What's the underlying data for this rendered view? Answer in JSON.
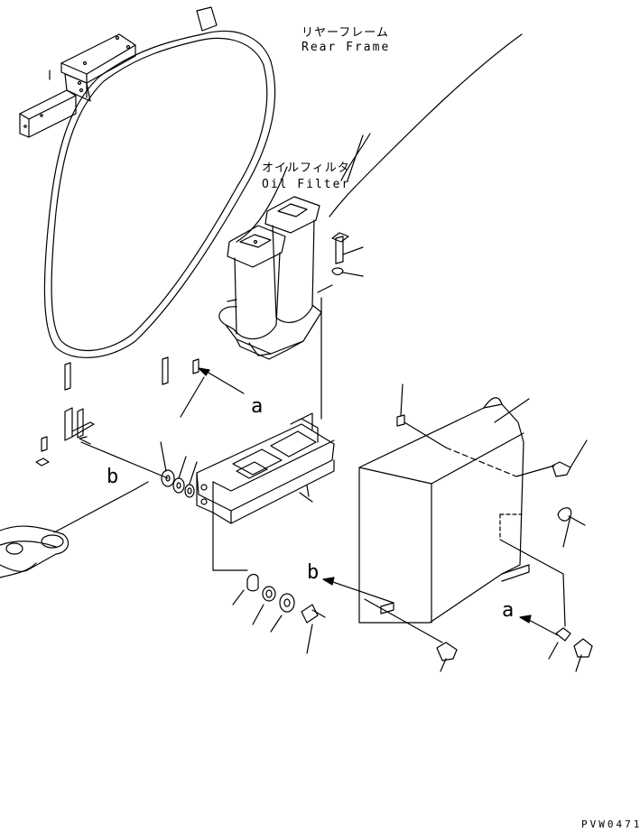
{
  "labels": {
    "rear_frame_jp": "リヤーフレーム",
    "rear_frame_en": "Rear Frame",
    "oil_filter_jp": "オイルフィルタ",
    "oil_filter_en": "Oil Filter"
  },
  "callouts": {
    "a_upper": "a",
    "b_left": "b",
    "b_right": "b",
    "a_lower": "a"
  },
  "drawing_code": "PVW0471"
}
